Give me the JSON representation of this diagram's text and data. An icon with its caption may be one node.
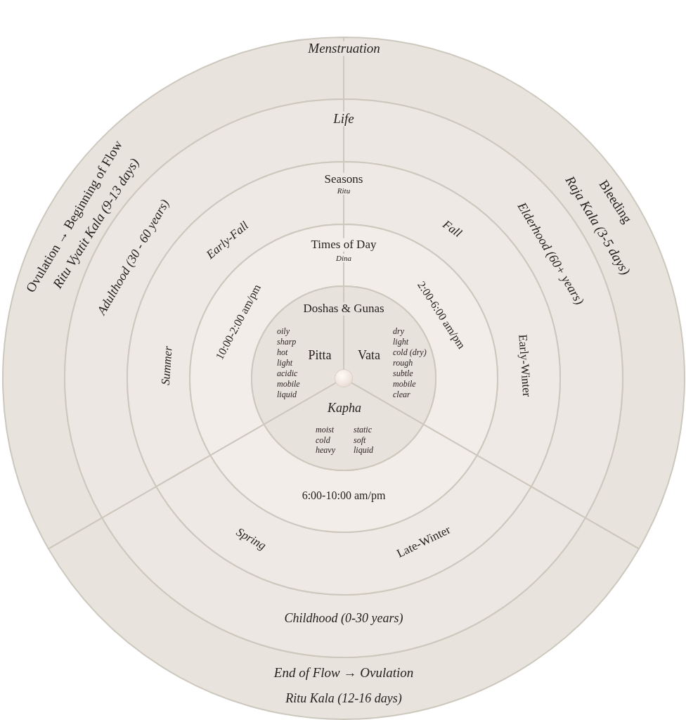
{
  "diagram": {
    "nodes": [
      {
        "text": [
          "Menstruation"
        ]
      },
      {
        "text": [
          "Ovulation → Beginning of Flow",
          "Ritu Vyatit Kala (9-13 days)"
        ],
        "in": 0
      },
      {
        "text": [
          "Bleeding",
          "Raja Kala (3-5 days)"
        ],
        "in": 0
      },
      {
        "text": [
          "End of Flow → Ovulation",
          "Ritu Kala (12-16 days)"
        ],
        "in": 0
      },
      {
        "text": [
          "Life"
        ],
        "in": 0
      },
      {
        "text": [
          "Adulthood (30 - 60 years)"
        ],
        "in": 4
      },
      {
        "text": [
          "Elderhood (60+ years)"
        ],
        "in": 4
      },
      {
        "text": [
          "Childhood (0-30 years)"
        ],
        "in": 4
      },
      {
        "text": [
          "Seasons",
          "Ritu"
        ],
        "in": 4
      },
      {
        "text": [
          "Early-Fall",
          "Summer"
        ],
        "in": 8
      },
      {
        "text": [
          "Fall",
          "Early-Winter"
        ],
        "in": 8
      },
      {
        "text": [
          "Spring",
          "Late-Winter"
        ],
        "in": 8
      },
      {
        "text": [
          "Times of Day",
          "Dina"
        ],
        "in": 8
      },
      {
        "text": [
          "10:00-2:00 am/pm"
        ],
        "in": 12
      },
      {
        "text": [
          "2:00-6:00 am/pm"
        ],
        "in": 12
      },
      {
        "text": [
          "6:00-10:00 am/pm"
        ],
        "in": 12
      },
      {
        "text": [
          "Doshas & Gunas"
        ],
        "in": 12
      },
      {
        "text": [
          "Pitta",
          "oily",
          "sharp",
          "hot",
          "light",
          "acidic",
          "mobile",
          "liquid"
        ],
        "in": 16
      },
      {
        "text": [
          "Vata",
          "dry",
          "light",
          "cold (dry)",
          "rough",
          "subtle",
          "mobile",
          "clear"
        ],
        "in": 16
      },
      {
        "text": [
          "Kapha",
          "moist",
          "cold",
          "heavy",
          "static",
          "soft",
          "liquid"
        ],
        "in": 16
      }
    ]
  }
}
